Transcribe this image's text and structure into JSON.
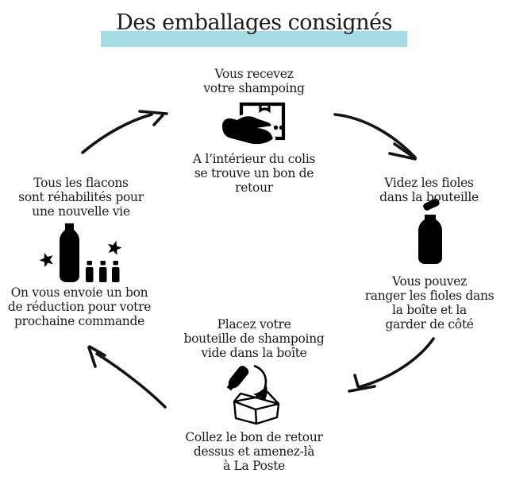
{
  "title": "Des emballages consignés",
  "colors": {
    "highlight": "#a5dbe2",
    "ink": "#1b1b1b"
  },
  "steps": [
    {
      "id": "receive-shampoo",
      "heading": "Vous recevez\nvotre shampoing",
      "caption": "A l’intérieur du colis\nse trouve un bon de\nretour",
      "icon": "hand-delivering-package-icon"
    },
    {
      "id": "empty-vials",
      "heading": "Videz les fioles\ndans la bouteille",
      "caption": "Vous pouvez\nranger les fioles dans\nla boîte et la\ngarder de côté",
      "icon": "shampoo-bottle-icon"
    },
    {
      "id": "pack-box",
      "heading": "Placez votre\nbouteille de shampoing\nvide dans la boîte",
      "caption": "Collez le bon de retour\ndessus et amenez-là\nà La Poste",
      "icon": "bottle-into-box-icon"
    },
    {
      "id": "rehabilitate-bottles",
      "heading": "Tous les flacons\nsont réhabilités pour\nune nouvelle vie",
      "caption": "On vous envoie un bon\nde réduction pour votre\nprochaine commande",
      "icon": "bottle-vials-stars-icon"
    }
  ]
}
